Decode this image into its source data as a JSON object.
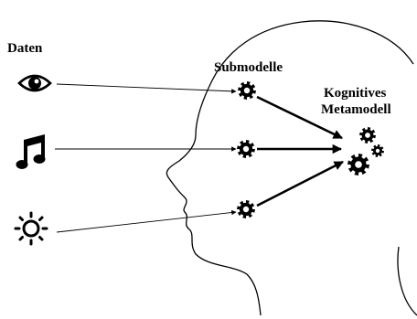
{
  "labels": {
    "inputs": "Daten",
    "submodels": "Submodelle",
    "meta_line1": "Kognitives",
    "meta_line2": "Metamodell"
  },
  "inputs": [
    {
      "icon": "eye-icon"
    },
    {
      "icon": "music-note-icon"
    },
    {
      "icon": "sun-icon"
    }
  ],
  "colors": {
    "ink": "#000000",
    "background": "#ffffff"
  }
}
